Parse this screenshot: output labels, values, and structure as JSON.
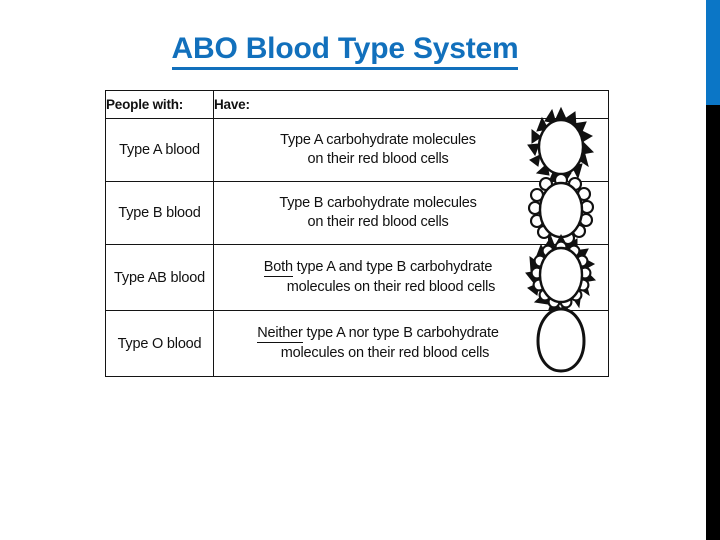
{
  "slide": {
    "title": "ABO Blood Type System",
    "title_color": "#1270BC",
    "background": "#FFFFFF"
  },
  "edge_stripe": {
    "top_color": "#0B76C6",
    "bottom_color": "#000000"
  },
  "table": {
    "border_color": "#141414",
    "headers": {
      "col1": "People with:",
      "col2": "Have:"
    },
    "rows": [
      {
        "who": "Type A blood",
        "have_line1": "Type A carbohydrate molecules",
        "have_line2": "on their red blood cells",
        "lead_word": "",
        "icon": "red-blood-cell-type-a-icon"
      },
      {
        "who": "Type B blood",
        "have_line1": "Type B carbohydrate molecules",
        "have_line2": "on their red blood cells",
        "lead_word": "",
        "icon": "red-blood-cell-type-b-icon"
      },
      {
        "who": "Type AB blood",
        "have_line1": "Both type A and type B carbohydrate",
        "have_line2": "molecules on their red blood cells",
        "lead_word": "Both",
        "have_line1_rest": " type A and type B carbohydrate",
        "icon": "red-blood-cell-type-ab-icon"
      },
      {
        "who": "Type O blood",
        "have_line1": "Neither type A nor type B carbohydrate",
        "have_line2": "molecules on their red blood cells",
        "lead_word": "Neither",
        "have_line1_rest": " type A nor type B carbohydrate",
        "icon": "red-blood-cell-type-o-icon"
      }
    ]
  }
}
